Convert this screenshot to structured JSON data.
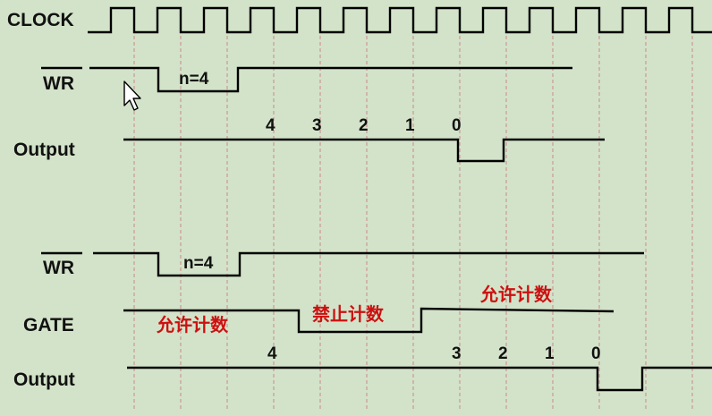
{
  "diagram1": {
    "clock_label": "CLOCK",
    "wr_label": "WR",
    "wr_note": "n=4",
    "output_label": "Output",
    "count_values": [
      "4",
      "3",
      "2",
      "1",
      "0"
    ]
  },
  "diagram2": {
    "wr_label": "WR",
    "wr_note": "n=4",
    "gate_label": "GATE",
    "gate_enable_label_1": "允许计数",
    "gate_disable_label": "禁止计数",
    "gate_enable_label_2": "允许计数",
    "output_label": "Output",
    "count_values": [
      "4",
      "3",
      "2",
      "1",
      "0"
    ]
  },
  "colors": {
    "background": "#d3e3c9",
    "signal_line": "#000000",
    "grid_line": "#c88a8a",
    "annotation_text": "#cc1111"
  },
  "icons": [
    "mouse-cursor-icon"
  ]
}
